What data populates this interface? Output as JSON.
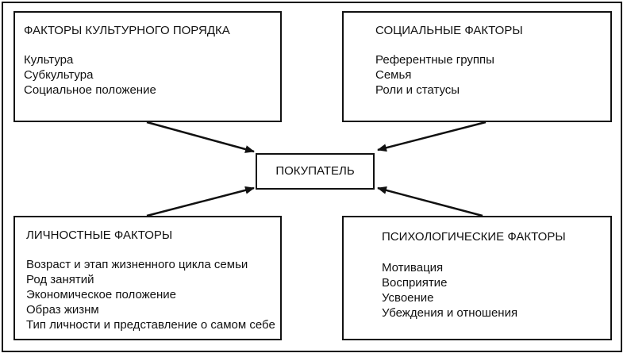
{
  "center": {
    "label": "ПОКУПАТЕЛЬ"
  },
  "boxes": {
    "cultural": {
      "title": "ФАКТОРЫ КУЛЬТУРНОГО ПОРЯДКА",
      "items": [
        "Культура",
        "Субкультура",
        "Социальное положение"
      ]
    },
    "social": {
      "title": "СОЦИАЛЬНЫЕ ФАКТОРЫ",
      "items": [
        "Референтные группы",
        "Семья",
        "Роли и статусы"
      ]
    },
    "personal": {
      "title": "ЛИЧНОСТНЫЕ ФАКТОРЫ",
      "items": [
        "Возраст и этап  жизненного цикла семьи",
        "Род занятий",
        "Экономическое положение",
        "Образ жизнм",
        "Тип личности и представление о самом себе"
      ]
    },
    "psych": {
      "title": "ПСИХОЛОГИЧЕСКИЕ ФАКТОРЫ",
      "items": [
        "Мотивация",
        "Восприятие",
        "Усвоение",
        "Убеждения  и отношения"
      ]
    }
  }
}
